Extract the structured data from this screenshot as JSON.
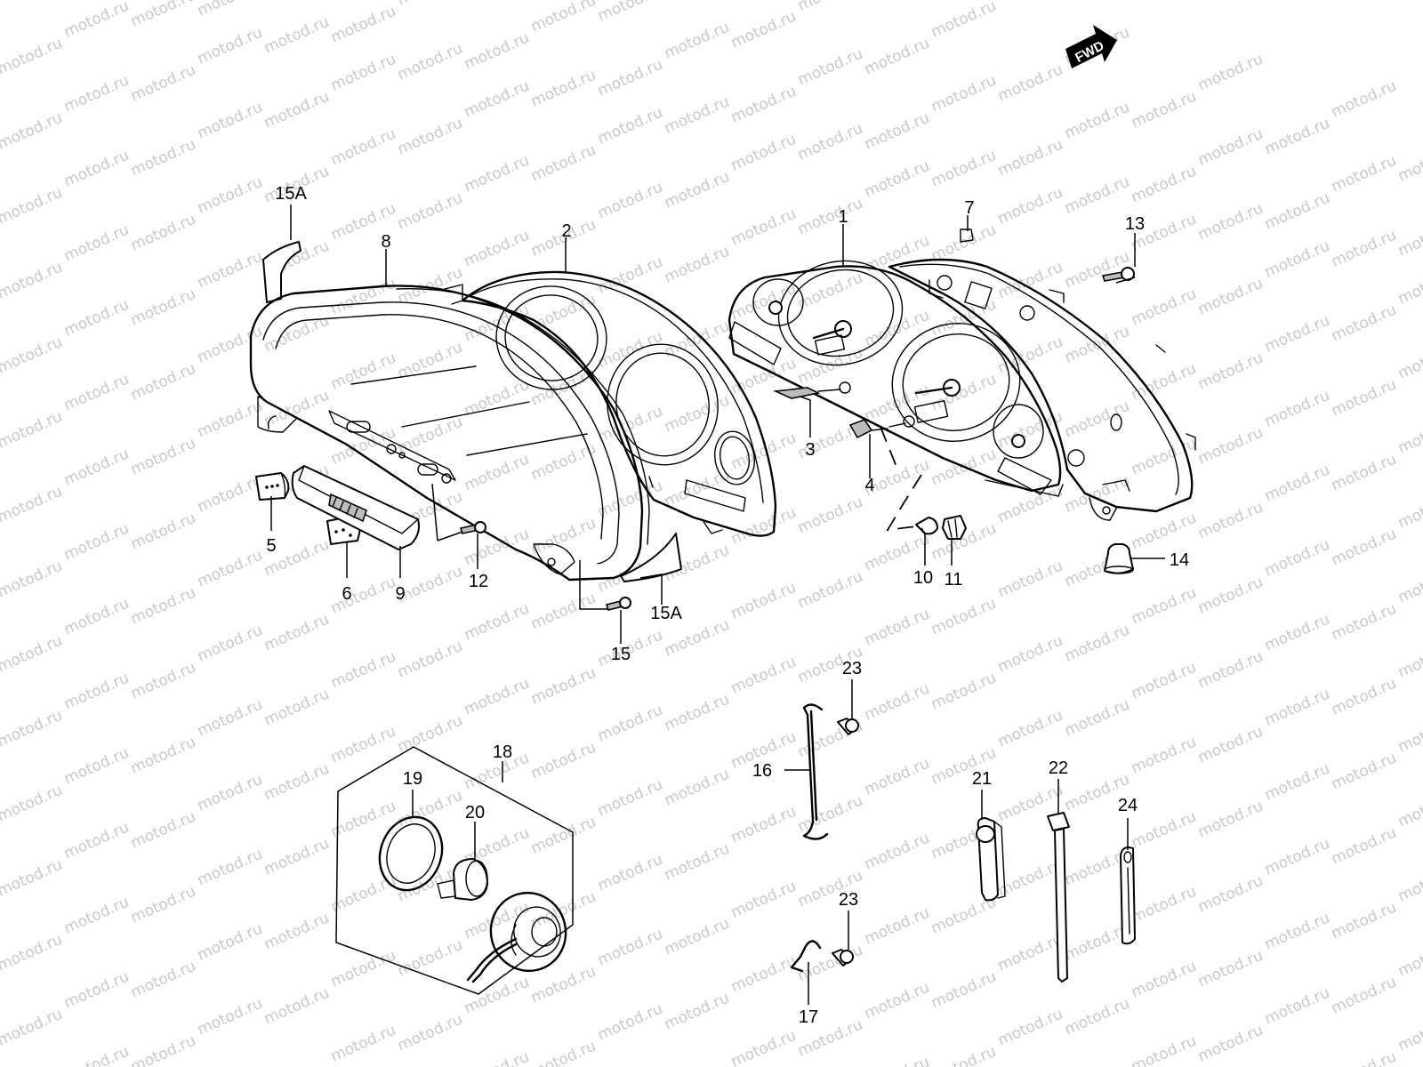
{
  "watermark": {
    "text": "motod.ru"
  },
  "fwd_arrow": {
    "label": "FWD"
  },
  "callouts": [
    {
      "id": "c1",
      "label": "1"
    },
    {
      "id": "c2",
      "label": "2"
    },
    {
      "id": "c3",
      "label": "3"
    },
    {
      "id": "c4",
      "label": "4"
    },
    {
      "id": "c5",
      "label": "5"
    },
    {
      "id": "c6",
      "label": "6"
    },
    {
      "id": "c7",
      "label": "7"
    },
    {
      "id": "c8",
      "label": "8"
    },
    {
      "id": "c9",
      "label": "9"
    },
    {
      "id": "c10",
      "label": "10"
    },
    {
      "id": "c11",
      "label": "11"
    },
    {
      "id": "c12",
      "label": "12"
    },
    {
      "id": "c13",
      "label": "13"
    },
    {
      "id": "c14",
      "label": "14"
    },
    {
      "id": "c15",
      "label": "15"
    },
    {
      "id": "c15a",
      "label": "15A"
    },
    {
      "id": "c15b",
      "label": "15A"
    },
    {
      "id": "c16",
      "label": "16"
    },
    {
      "id": "c17",
      "label": "17"
    },
    {
      "id": "c18",
      "label": "18"
    },
    {
      "id": "c19",
      "label": "19"
    },
    {
      "id": "c20",
      "label": "20"
    },
    {
      "id": "c21",
      "label": "21"
    },
    {
      "id": "c22",
      "label": "22"
    },
    {
      "id": "c23a",
      "label": "23"
    },
    {
      "id": "c23b",
      "label": "23"
    },
    {
      "id": "c24",
      "label": "24"
    }
  ]
}
